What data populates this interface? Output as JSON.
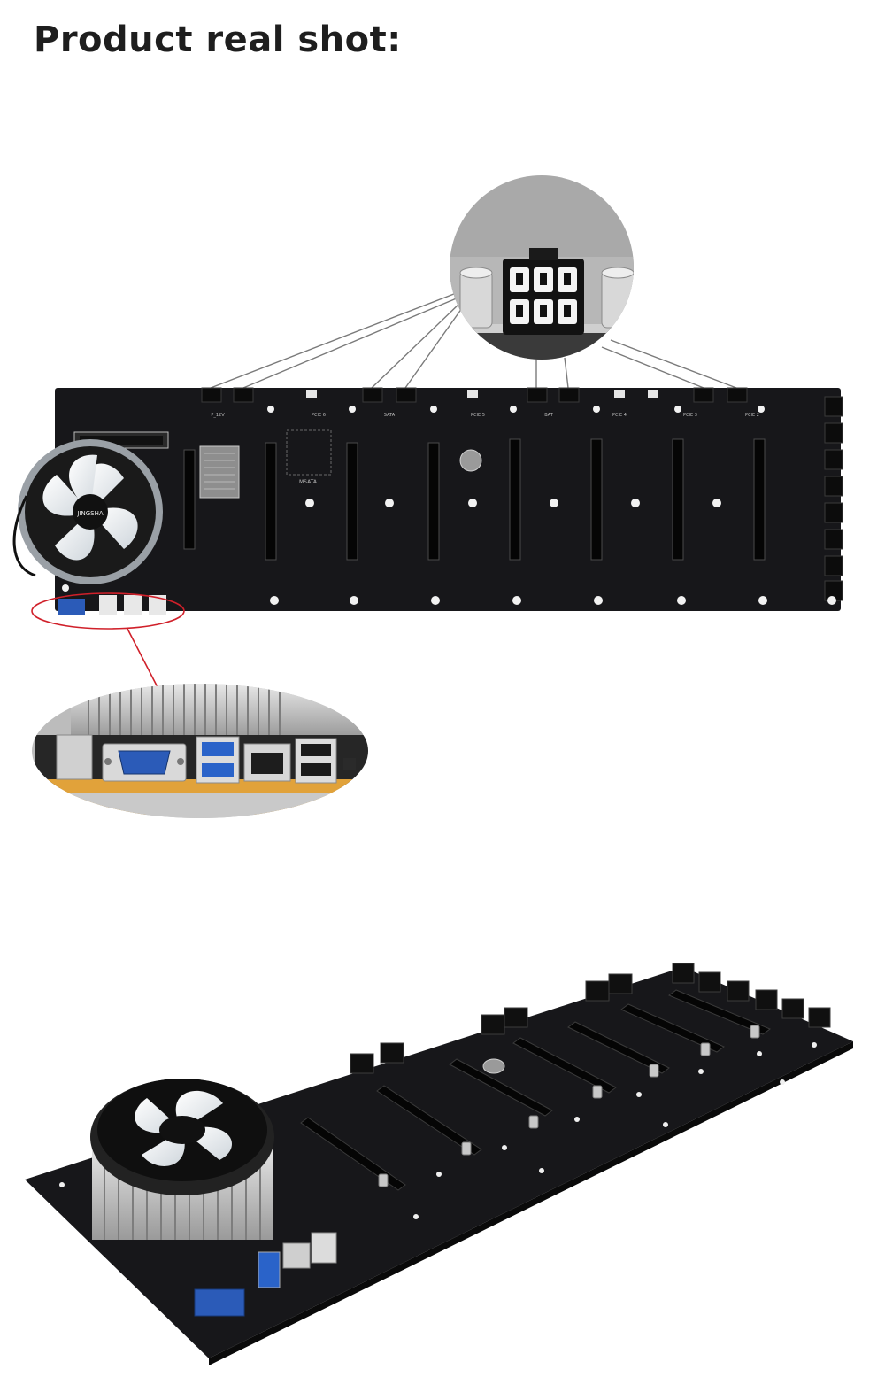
{
  "header": {
    "title": "Product real shot:"
  },
  "board_silkscreen": {
    "top_labels": [
      "P_12V",
      "PCIE 6",
      "SATA",
      "PCIE 5",
      "BAT",
      "PCIE 4",
      "PCIE 3",
      "PCIE 2"
    ],
    "msata_label": "MSATA",
    "fan_brand": "JINGSHA"
  },
  "colors": {
    "board": "#17171a",
    "callout_line": "#7a7a7a",
    "highlight_ring": "#d0202a",
    "zoom_bg": "#a9a9a9",
    "vga_blue": "#2b5bb8",
    "usb3_blue": "#2a63c9",
    "heatsink_orange": "#e1a23a"
  },
  "icons": [
    "fan-icon",
    "vga-port-icon",
    "usb-port-icon",
    "ethernet-port-icon",
    "power-connector-icon"
  ]
}
